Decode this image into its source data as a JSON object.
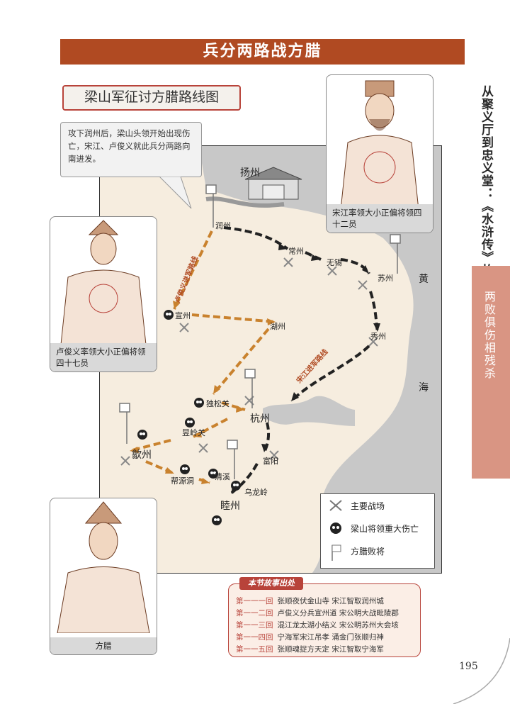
{
  "page_title": "兵分两路战方腊",
  "subtitle": "梁山军征讨方腊路线图",
  "side": {
    "book_title": "从聚义厅到忠义堂：《水浒传》故事篇",
    "chapter": "两败俱伤相残杀"
  },
  "callout": "攻下润州后，梁山头领开始出现伤亡，宋江、卢俊义就此兵分两路向南进发。",
  "portraits": {
    "songjiang_caption": "宋江率领大小正偏将领四十二员",
    "lujunyi_caption": "卢俊义率领大小正偏将领四十七员",
    "fangla_caption": "方腊"
  },
  "map": {
    "places": {
      "yangzhou": "扬州",
      "runzhou": "润州",
      "changzhou": "常州",
      "wuxi": "无锡",
      "suzhou": "苏州",
      "xiuzhou": "秀州",
      "xuanzhou": "宣州",
      "huzhou": "湖州",
      "dusongguan": "独松关",
      "hangzhou": "杭州",
      "yulingguan": "昱岭关",
      "shezhou": "歙州",
      "fuyang": "富阳",
      "bangyuandong": "帮源洞",
      "qingxi": "清溪",
      "wulongling": "乌龙岭",
      "muzhou": "睦州"
    },
    "sea_left": "黄",
    "sea_right": "海",
    "route_lu": "卢俊义进军路线",
    "route_song": "宋江进军路线"
  },
  "legend": {
    "main_battle": "主要战场",
    "heavy_loss": "梁山将领重大伤亡",
    "fangla_defeat": "方腊败将"
  },
  "story": {
    "heading": "本节故事出处",
    "rows": [
      {
        "num": "第一一一回",
        "text": "张顺夜伏金山寺  宋江智取润州城"
      },
      {
        "num": "第一一二回",
        "text": "卢俊义分兵宣州道  宋公明大战毗陵郡"
      },
      {
        "num": "第一一三回",
        "text": "混江龙太湖小结义  宋公明苏州大会垓"
      },
      {
        "num": "第一一四回",
        "text": "宁海军宋江吊孝  涌金门张顺归神"
      },
      {
        "num": "第一一五回",
        "text": "张顺魂捉方天定  宋江智取宁海军"
      }
    ]
  },
  "page_number": "195",
  "colors": {
    "banner": "#b04a22",
    "accent": "#b8433a",
    "land": "#f6eddf",
    "sea": "#c8c8c8",
    "route_lu": "#c9822e",
    "route_song": "#222222"
  }
}
